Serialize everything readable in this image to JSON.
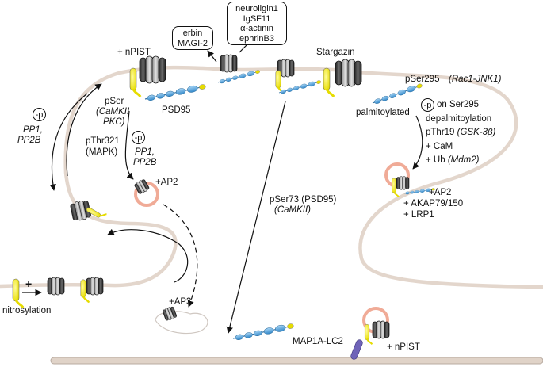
{
  "labels": {
    "nPIST_top": "+ nPIST",
    "pSer": "pSer",
    "camkii_pkc_1": "(CaMKII",
    "camkii_pkc_2": "PKC)",
    "psd95": "PSD95",
    "pThr321": "pThr321",
    "mapk": "(MAPK)",
    "pp1_pp2b_mid_1": "PP1,",
    "pp1_pp2b_mid_2": "PP2B",
    "pp1_pp2b_left_1": "PP1,",
    "pp1_pp2b_left_2": "PP2B",
    "minus_p": "-p",
    "ap2_left": "+AP2",
    "ap3": "+AP3",
    "nitrosylation": "nitrosylation",
    "plus": "+",
    "pSer73_1": "pSer73 (PSD95)",
    "pSer73_2": "(CaMKII)",
    "stargazin": "Stargazin",
    "pSer295": "pSer295",
    "rac1_jnk1": "(Rac1-JNK1)",
    "palmitoylated": "palmitoylated",
    "on_ser295": "on Ser295",
    "depalmitoylation": "depalmitoylation",
    "pThr19": "pThr19",
    "gsk3b": "(GSK-3β)",
    "cam": "+ CaM",
    "ub": "+ Ub",
    "mdm2": "(Mdm2)",
    "ap2_right": "+AP2",
    "akap": "+ AKAP79/150",
    "lrp1": "+ LRP1",
    "map1a": "MAP1A-LC2",
    "nPIST_bottom": "+ nPIST"
  },
  "boxes": {
    "erbin_magi": [
      "erbin",
      "MAGI-2"
    ],
    "neuroligin_group": [
      "neuroligin1",
      "IgSF11",
      "α-actinin",
      "ephrinB3"
    ]
  },
  "colors": {
    "membrane": "#e3d6cc",
    "stargazin": "#f2ea1c",
    "psd95_domain": "#5aa5dc",
    "vesicle": "#f2b8a6",
    "channel_dark": "#3a3a3a",
    "channel_light": "#bdbdbd",
    "map1a": "#6f63b8"
  }
}
